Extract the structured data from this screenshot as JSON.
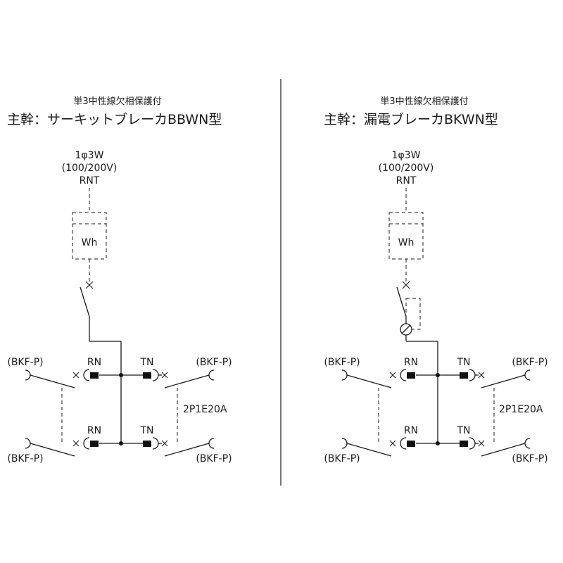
{
  "divider": true,
  "panels": [
    {
      "subtitle": "単3中性線欠相保護付",
      "title": "主幹：サーキットブレーカBBWN型",
      "source_line1": "1φ3W",
      "source_line2": "(100/200V)",
      "source_line3": "RNT",
      "meter_label": "Wh",
      "breaker_type": "circuit",
      "left_label_top": "(BKF-P)",
      "left_label_bottom": "(BKF-P)",
      "right_label_top": "(BKF-P)",
      "right_label_bottom": "(BKF-P)",
      "rn_top": "RN",
      "tn_top": "TN",
      "rn_bottom": "RN",
      "tn_bottom": "TN",
      "rating": "2P1E20A"
    },
    {
      "subtitle": "単3中性線欠相保護付",
      "title": "主幹：漏電ブレーカBKWN型",
      "source_line1": "1φ3W",
      "source_line2": "(100/200V)",
      "source_line3": "RNT",
      "meter_label": "Wh",
      "breaker_type": "earth-leakage",
      "left_label_top": "(BKF-P)",
      "left_label_bottom": "(BKF-P)",
      "right_label_top": "(BKF-P)",
      "right_label_bottom": "(BKF-P)",
      "rn_top": "RN",
      "tn_top": "TN",
      "rn_bottom": "RN",
      "tn_bottom": "TN",
      "rating": "2P1E20A"
    }
  ]
}
